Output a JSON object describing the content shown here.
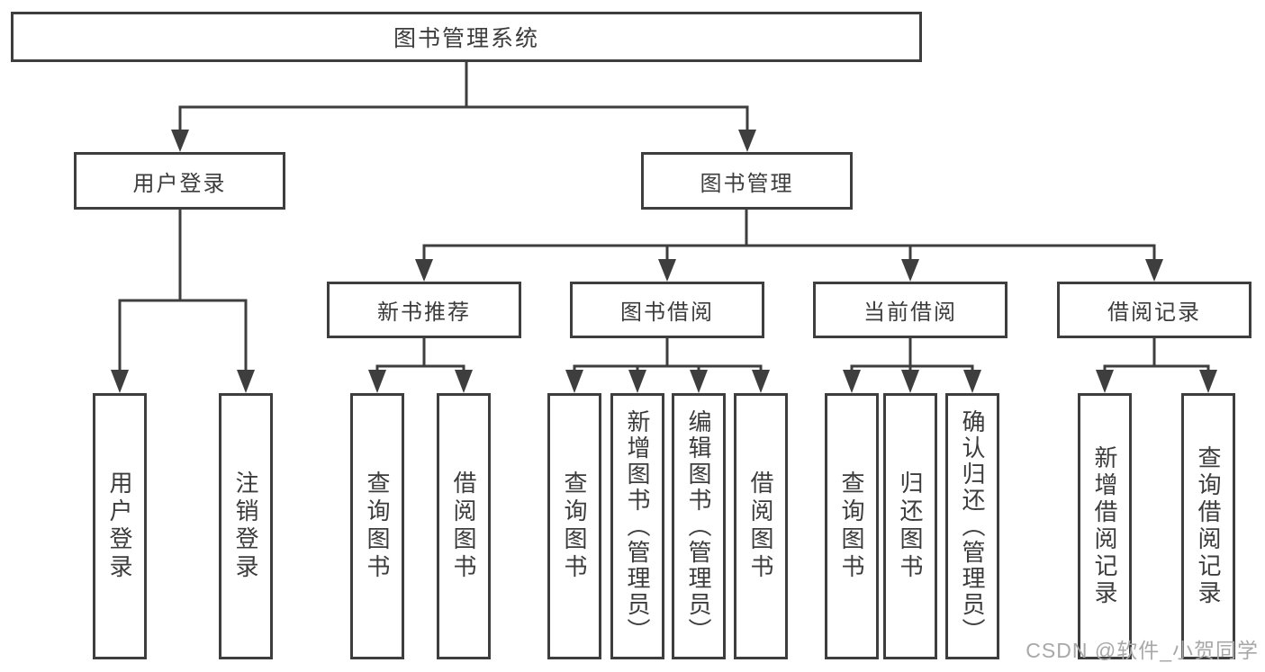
{
  "diagram": {
    "root": {
      "label": "图书管理系统"
    },
    "level2": {
      "user_login": {
        "label": "用户登录"
      },
      "book_mgmt": {
        "label": "图书管理"
      }
    },
    "level3": {
      "new_book_rec": {
        "label": "新书推荐"
      },
      "book_borrow": {
        "label": "图书借阅"
      },
      "current_borrow": {
        "label": "当前借阅"
      },
      "borrow_records": {
        "label": "借阅记录"
      }
    },
    "leaves": {
      "user_login_leaf": "用户登录",
      "logout": "注销登录",
      "nb_query_books": "查询图书",
      "nb_borrow_books": "借阅图书",
      "bb_query_books": "查询图书",
      "bb_add_books": "新增图书（管理员）",
      "bb_edit_books": "编辑图书（管理员）",
      "bb_borrow_books": "借阅图书",
      "cb_query_books": "查询图书",
      "cb_return_books": "归还图书",
      "cb_confirm_return": "确认归还（管理员）",
      "br_add_record": "新增借阅记录",
      "br_query_record": "查询借阅记录"
    }
  },
  "watermark": "CSDN @软件_小贺同学",
  "colors": {
    "line": "#3e3e3e",
    "text": "#3c3c3c",
    "background": "#ffffff",
    "watermark": "#a8a8a8"
  }
}
